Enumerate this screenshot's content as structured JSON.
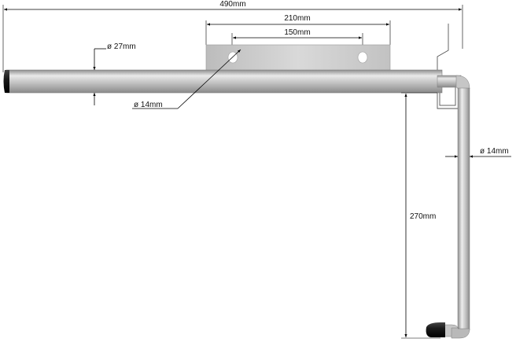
{
  "dimensions": {
    "overall_length": "490mm",
    "bracket_width": "210mm",
    "hole_spacing": "150mm",
    "main_tube_diameter": "ø 27mm",
    "hole_diameter": "ø 14mm",
    "handle_rod_diameter": "ø 14mm",
    "handle_length": "270mm"
  },
  "colors": {
    "tube_light": "#e4e4e4",
    "tube_mid": "#b4b4b4",
    "tube_dark": "#8a8a8a",
    "bracket": "#c8c8c8",
    "end_cap": "#1e1e1e",
    "dimension_line": "#000000"
  }
}
